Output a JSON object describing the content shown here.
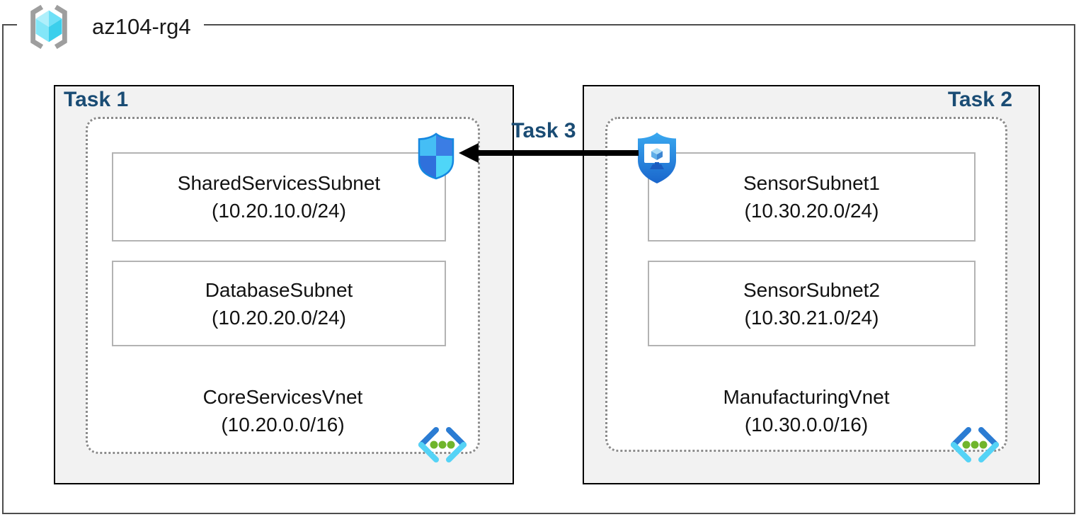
{
  "resource_group": {
    "name": "az104-rg4"
  },
  "tasks": {
    "task1": "Task 1",
    "task2": "Task 2",
    "task3": "Task 3"
  },
  "vnets": [
    {
      "name": "CoreServicesVnet",
      "cidr": "(10.20.0.0/16)",
      "subnets": [
        {
          "name": "SharedServicesSubnet",
          "cidr": "(10.20.10.0/24)"
        },
        {
          "name": "DatabaseSubnet",
          "cidr": "(10.20.20.0/24)"
        }
      ]
    },
    {
      "name": "ManufacturingVnet",
      "cidr": "(10.30.0.0/16)",
      "subnets": [
        {
          "name": "SensorSubnet1",
          "cidr": "(10.30.20.0/24)"
        },
        {
          "name": "SensorSubnet2",
          "cidr": "(10.30.21.0/24)"
        }
      ]
    }
  ],
  "icons": {
    "resource_group": "azure-resource-group-icon",
    "virtual_network": "azure-virtual-network-icon",
    "defender_shield": "network-security-shield-icon",
    "bastion": "azure-bastion-icon",
    "arrow": "left-arrow"
  },
  "colors": {
    "task_label_navy": "#1A4C74",
    "task_box_fill": "#F2F2F2",
    "task_box_border": "#000000",
    "outer_border_gray": "#4D4D4D",
    "dotted_border_gray": "#8C8C8C",
    "subnet_border_gray": "#B3B3B3",
    "arrow_black": "#000000",
    "shield_light_blue": "#45BEF5",
    "shield_royal_blue": "#3B7DE4",
    "shield_cyan": "#4FD6F8",
    "vnet_chevron_blue": "#2B7CD3",
    "vnet_chevron_cyan": "#55D3F6",
    "vnet_dot_green": "#70B52C",
    "cube_cyan": "#4ED5F2",
    "bracket_gray": "#9E9E9E"
  }
}
